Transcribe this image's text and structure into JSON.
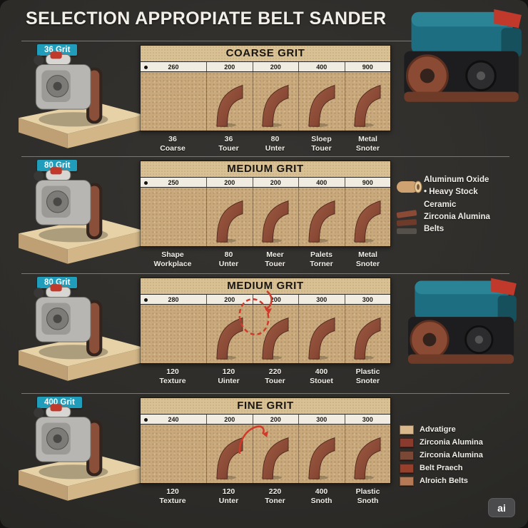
{
  "title": "SELECTION APPROPIATE BELT SANDER",
  "ai_badge": "ai",
  "colors": {
    "background": "#2c2b28",
    "badge_teal": "#1f9dbb",
    "sand": "#c9a97b",
    "swatch_brown": "#8a4a36",
    "annotation_red": "#d03a2a"
  },
  "sections": [
    {
      "badge": "36 Grit",
      "header": "COARSE GRIT",
      "ruler": [
        "260",
        "200",
        "200",
        "400",
        "900"
      ],
      "labels": [
        {
          "line1": "36",
          "line2": "Coarse"
        },
        {
          "line1": "36",
          "line2": "Touer"
        },
        {
          "line1": "80",
          "line2": "Unter"
        },
        {
          "line1": "Sloep",
          "line2": "Touer"
        },
        {
          "line1": "Metal",
          "line2": "Snoter"
        }
      ]
    },
    {
      "badge": "80 Grit",
      "header": "MEDIUM GRIT",
      "ruler": [
        "250",
        "200",
        "200",
        "400",
        "900"
      ],
      "labels": [
        {
          "line1": "Shape",
          "line2": "Workplace"
        },
        {
          "line1": "80",
          "line2": "Unter"
        },
        {
          "line1": "Meer",
          "line2": "Touer"
        },
        {
          "line1": "Palets",
          "line2": "Torner"
        },
        {
          "line1": "Metal",
          "line2": "Snoter"
        }
      ]
    },
    {
      "badge": "80 Grit",
      "header": "MEDIUM GRIT",
      "ruler": [
        "280",
        "200",
        "200",
        "300",
        "300"
      ],
      "labels": [
        {
          "line1": "120",
          "line2": "Texture"
        },
        {
          "line1": "120",
          "line2": "Uinter"
        },
        {
          "line1": "220",
          "line2": "Touer"
        },
        {
          "line1": "400",
          "line2": "Stouet"
        },
        {
          "line1": "Plastic",
          "line2": "Snoter"
        }
      ]
    },
    {
      "badge": "400 Grit",
      "header": "FINE GRIT",
      "ruler": [
        "240",
        "200",
        "200",
        "300",
        "300"
      ],
      "labels": [
        {
          "line1": "120",
          "line2": "Texture"
        },
        {
          "line1": "120",
          "line2": "Unter"
        },
        {
          "line1": "220",
          "line2": "Toner"
        },
        {
          "line1": "400",
          "line2": "Snoth"
        },
        {
          "line1": "Plastic",
          "line2": "Snoth"
        }
      ]
    }
  ],
  "materials_legend": {
    "lines": [
      "Aluminum Oxide",
      "•  Heavy Stock",
      "Ceramic",
      "Zirconia Alumina",
      "Belts"
    ]
  },
  "belt_legend": {
    "items": [
      {
        "label": "Advatigre",
        "color": "#d9b98c"
      },
      {
        "label": "Zirconia Alumina",
        "color": "#8a3b2e"
      },
      {
        "label": "Zirconia Alumina",
        "color": "#7b4836"
      },
      {
        "label": "Belt Praech",
        "color": "#96402c"
      },
      {
        "label": "Alroich Belts",
        "color": "#b57955"
      }
    ]
  }
}
